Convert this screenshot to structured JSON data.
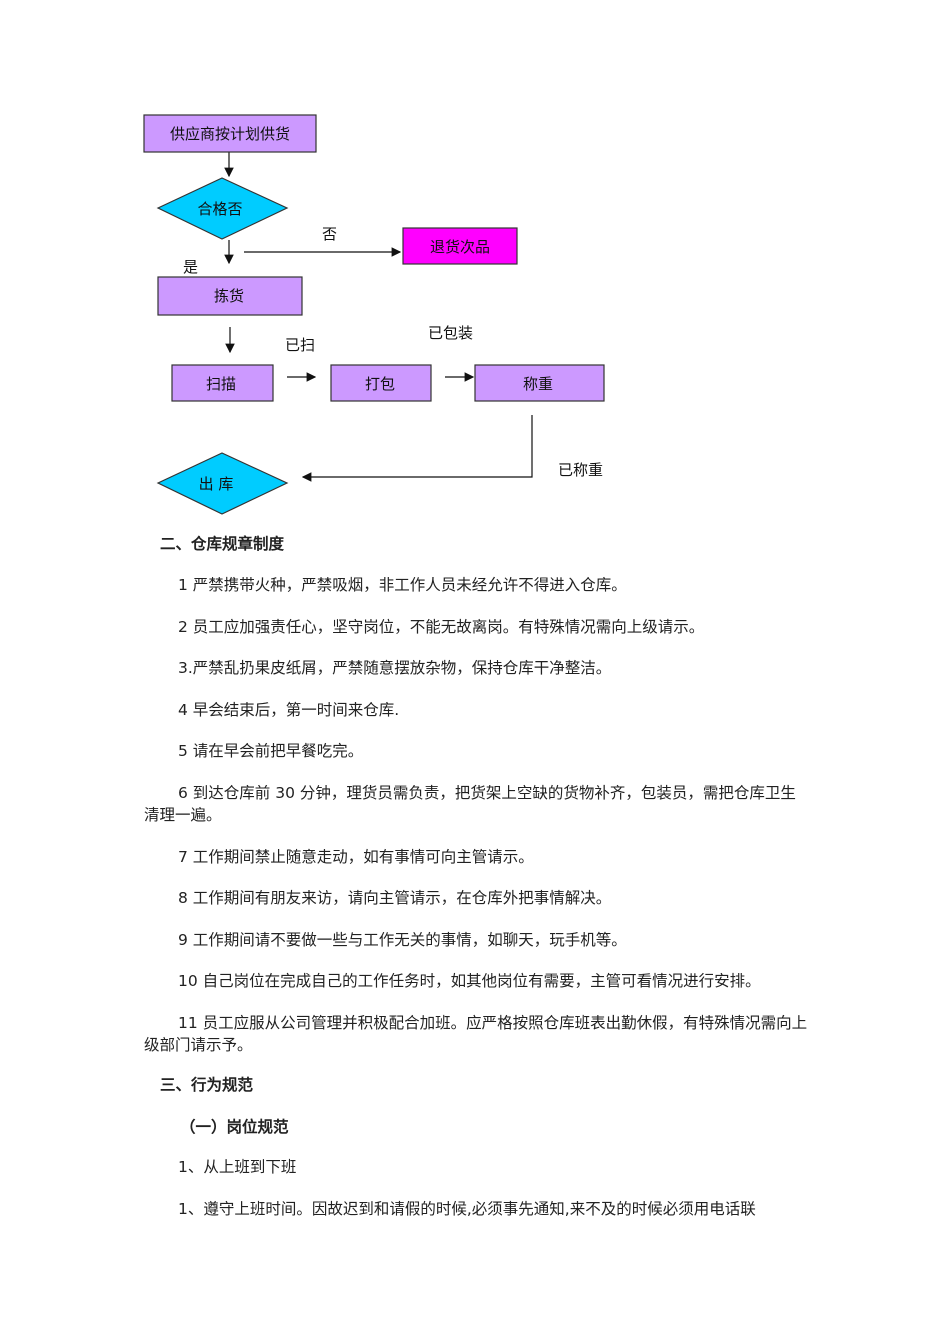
{
  "flowchart": {
    "nodes": {
      "supply": "供应商按计划供货",
      "qualified": "合格否",
      "return": "退货次品",
      "pick": "拣货",
      "scan": "扫描",
      "pack": "打包",
      "weigh": "称重",
      "out": "出 库"
    },
    "edge_labels": {
      "no": "否",
      "yes": "是",
      "scanned": "已扫",
      "packed": "已包装",
      "weighed": "已称重"
    },
    "colors": {
      "process": "#cc99ff",
      "decision": "#00ccff",
      "reject": "#ff00ff"
    }
  },
  "section2": {
    "heading": "二、仓库规章制度",
    "rules": [
      "1 严禁携带火种，严禁吸烟，非工作人员未经允许不得进入仓库。",
      "2 员工应加强责任心，坚守岗位，不能无故离岗。有特殊情况需向上级请示。",
      "3.严禁乱扔果皮纸屑，严禁随意摆放杂物，保持仓库干净整洁。",
      "4 早会结束后，第一时间来仓库.",
      "5 请在早会前把早餐吃完。",
      "6 到达仓库前 30 分钟，理货员需负责，把货架上空缺的货物补齐，包装员，需把仓库卫生清理一遍。",
      "7 工作期间禁止随意走动，如有事情可向主管请示。",
      "8 工作期间有朋友来访，请向主管请示，在仓库外把事情解决。",
      "9 工作期间请不要做一些与工作无关的事情，如聊天，玩手机等。",
      "10 自己岗位在完成自己的工作任务时，如其他岗位有需要，主管可看情况进行安排。",
      "11 员工应服从公司管理并积极配合加班。应严格按照仓库班表出勤休假，有特殊情况需向上级部门请示予。"
    ]
  },
  "section3": {
    "heading": "三、行为规范",
    "sub_heading": "（一）岗位规范",
    "items": [
      "1、从上班到下班",
      "1、遵守上班时间。因故迟到和请假的时候,必须事先通知,来不及的时候必须用电话联"
    ]
  }
}
